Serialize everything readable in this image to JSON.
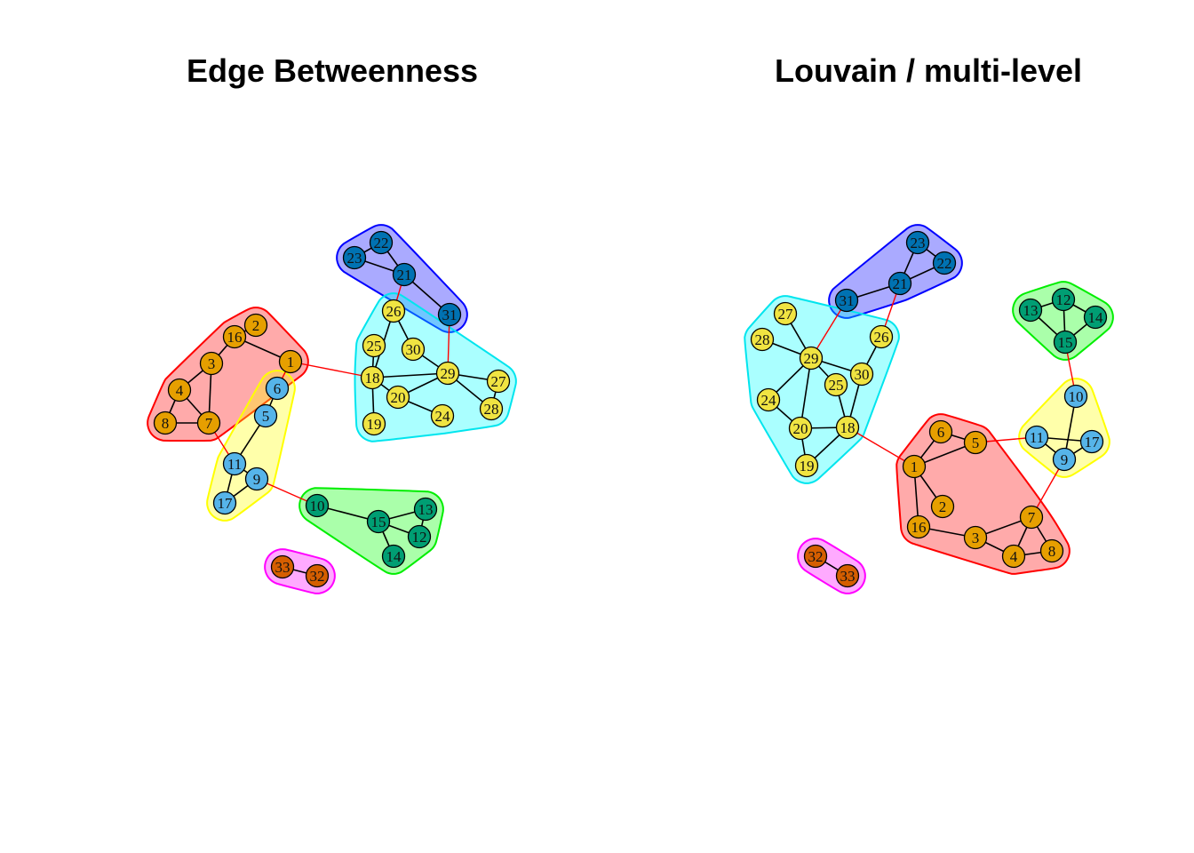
{
  "panels": [
    {
      "id": "edge-betweenness",
      "title": "Edge Betweenness",
      "communities": [
        {
          "name": "red",
          "fill": "#ff000055",
          "stroke": "#ff0000",
          "members": [
            "16",
            "2",
            "3",
            "1",
            "4",
            "8",
            "7"
          ]
        },
        {
          "name": "blue",
          "fill": "#0000ff55",
          "stroke": "#0000ff",
          "members": [
            "22",
            "23",
            "21",
            "31"
          ]
        },
        {
          "name": "cyan",
          "fill": "#00ffff55",
          "stroke": "#00e5ee",
          "members": [
            "26",
            "25",
            "30",
            "18",
            "29",
            "27",
            "20",
            "19",
            "24",
            "28"
          ]
        },
        {
          "name": "yellow",
          "fill": "#ffff0055",
          "stroke": "#ffff00",
          "members": [
            "6",
            "5",
            "11",
            "9",
            "17"
          ]
        },
        {
          "name": "green",
          "fill": "#00ff0055",
          "stroke": "#00ee00",
          "members": [
            "10",
            "15",
            "13",
            "12",
            "14"
          ]
        },
        {
          "name": "magenta",
          "fill": "#ff00ff55",
          "stroke": "#ff00ff",
          "members": [
            "33",
            "32"
          ]
        }
      ],
      "nodes": [
        {
          "id": "1",
          "label": "1",
          "color": "#E69F00"
        },
        {
          "id": "2",
          "label": "2",
          "color": "#E69F00"
        },
        {
          "id": "3",
          "label": "3",
          "color": "#E69F00"
        },
        {
          "id": "4",
          "label": "4",
          "color": "#E69F00"
        },
        {
          "id": "7",
          "label": "7",
          "color": "#E69F00"
        },
        {
          "id": "8",
          "label": "8",
          "color": "#E69F00"
        },
        {
          "id": "16",
          "label": "16",
          "color": "#E69F00"
        },
        {
          "id": "5",
          "label": "5",
          "color": "#56B4E9"
        },
        {
          "id": "6",
          "label": "6",
          "color": "#56B4E9"
        },
        {
          "id": "9",
          "label": "9",
          "color": "#56B4E9"
        },
        {
          "id": "11",
          "label": "11",
          "color": "#56B4E9"
        },
        {
          "id": "17",
          "label": "17",
          "color": "#56B4E9"
        },
        {
          "id": "10",
          "label": "10",
          "color": "#009E73"
        },
        {
          "id": "12",
          "label": "12",
          "color": "#009E73"
        },
        {
          "id": "13",
          "label": "13",
          "color": "#009E73"
        },
        {
          "id": "14",
          "label": "14",
          "color": "#009E73"
        },
        {
          "id": "15",
          "label": "15",
          "color": "#009E73"
        },
        {
          "id": "18",
          "label": "18",
          "color": "#F0E442"
        },
        {
          "id": "19",
          "label": "19",
          "color": "#F0E442"
        },
        {
          "id": "20",
          "label": "20",
          "color": "#F0E442"
        },
        {
          "id": "24",
          "label": "24",
          "color": "#F0E442"
        },
        {
          "id": "25",
          "label": "25",
          "color": "#F0E442"
        },
        {
          "id": "26",
          "label": "26",
          "color": "#F0E442"
        },
        {
          "id": "27",
          "label": "27",
          "color": "#F0E442"
        },
        {
          "id": "28",
          "label": "28",
          "color": "#F0E442"
        },
        {
          "id": "29",
          "label": "29",
          "color": "#F0E442"
        },
        {
          "id": "30",
          "label": "30",
          "color": "#F0E442"
        },
        {
          "id": "21",
          "label": "21",
          "color": "#0072B2"
        },
        {
          "id": "22",
          "label": "22",
          "color": "#0072B2"
        },
        {
          "id": "23",
          "label": "23",
          "color": "#0072B2"
        },
        {
          "id": "31",
          "label": "31",
          "color": "#0072B2"
        },
        {
          "id": "32",
          "label": "32",
          "color": "#D55E00"
        },
        {
          "id": "33",
          "label": "33",
          "color": "#D55E00"
        }
      ],
      "edges": [
        [
          "2",
          "16",
          0
        ],
        [
          "16",
          "3",
          0
        ],
        [
          "16",
          "1",
          0
        ],
        [
          "3",
          "4",
          0
        ],
        [
          "3",
          "7",
          0
        ],
        [
          "4",
          "8",
          0
        ],
        [
          "4",
          "7",
          0
        ],
        [
          "8",
          "7",
          0
        ],
        [
          "6",
          "5",
          0
        ],
        [
          "5",
          "11",
          0
        ],
        [
          "11",
          "9",
          0
        ],
        [
          "11",
          "17",
          0
        ],
        [
          "9",
          "17",
          0
        ],
        [
          "22",
          "23",
          0
        ],
        [
          "22",
          "21",
          0
        ],
        [
          "23",
          "21",
          0
        ],
        [
          "21",
          "31",
          0
        ],
        [
          "26",
          "30",
          0
        ],
        [
          "26",
          "18",
          0
        ],
        [
          "25",
          "18",
          0
        ],
        [
          "30",
          "29",
          0
        ],
        [
          "18",
          "29",
          0
        ],
        [
          "18",
          "20",
          0
        ],
        [
          "18",
          "19",
          0
        ],
        [
          "20",
          "29",
          0
        ],
        [
          "20",
          "24",
          0
        ],
        [
          "29",
          "27",
          0
        ],
        [
          "29",
          "28",
          0
        ],
        [
          "27",
          "28",
          0
        ],
        [
          "10",
          "15",
          0
        ],
        [
          "15",
          "13",
          0
        ],
        [
          "15",
          "12",
          0
        ],
        [
          "15",
          "14",
          0
        ],
        [
          "13",
          "12",
          0
        ],
        [
          "33",
          "32",
          0
        ],
        [
          "1",
          "18",
          1
        ],
        [
          "1",
          "6",
          1
        ],
        [
          "7",
          "11",
          1
        ],
        [
          "9",
          "10",
          1
        ],
        [
          "21",
          "26",
          1
        ],
        [
          "31",
          "29",
          1
        ]
      ]
    },
    {
      "id": "louvain",
      "title": "Louvain / multi-level",
      "communities": [
        {
          "name": "blue",
          "fill": "#0000ff55",
          "stroke": "#0000ff",
          "members": [
            "23",
            "22",
            "21",
            "31"
          ]
        },
        {
          "name": "cyan",
          "fill": "#00ffff55",
          "stroke": "#00e5ee",
          "members": [
            "27",
            "28",
            "29",
            "26",
            "25",
            "30",
            "24",
            "20",
            "18",
            "19"
          ]
        },
        {
          "name": "green",
          "fill": "#00ff0055",
          "stroke": "#00ee00",
          "members": [
            "13",
            "12",
            "14",
            "15"
          ]
        },
        {
          "name": "yellow",
          "fill": "#ffff0055",
          "stroke": "#ffff00",
          "members": [
            "10",
            "11",
            "17",
            "9"
          ]
        },
        {
          "name": "red",
          "fill": "#ff000055",
          "stroke": "#ff0000",
          "members": [
            "6",
            "5",
            "1",
            "2",
            "16",
            "3",
            "7",
            "4",
            "8"
          ]
        },
        {
          "name": "magenta",
          "fill": "#ff00ff55",
          "stroke": "#ff00ff",
          "members": [
            "32",
            "33"
          ]
        }
      ],
      "nodes": [
        {
          "id": "1",
          "label": "1",
          "color": "#E69F00"
        },
        {
          "id": "2",
          "label": "2",
          "color": "#E69F00"
        },
        {
          "id": "3",
          "label": "3",
          "color": "#E69F00"
        },
        {
          "id": "4",
          "label": "4",
          "color": "#E69F00"
        },
        {
          "id": "5",
          "label": "5",
          "color": "#E69F00"
        },
        {
          "id": "6",
          "label": "6",
          "color": "#E69F00"
        },
        {
          "id": "7",
          "label": "7",
          "color": "#E69F00"
        },
        {
          "id": "8",
          "label": "8",
          "color": "#E69F00"
        },
        {
          "id": "16",
          "label": "16",
          "color": "#E69F00"
        },
        {
          "id": "9",
          "label": "9",
          "color": "#56B4E9"
        },
        {
          "id": "10",
          "label": "10",
          "color": "#56B4E9"
        },
        {
          "id": "11",
          "label": "11",
          "color": "#56B4E9"
        },
        {
          "id": "17",
          "label": "17",
          "color": "#56B4E9"
        },
        {
          "id": "12",
          "label": "12",
          "color": "#009E73"
        },
        {
          "id": "13",
          "label": "13",
          "color": "#009E73"
        },
        {
          "id": "14",
          "label": "14",
          "color": "#009E73"
        },
        {
          "id": "15",
          "label": "15",
          "color": "#009E73"
        },
        {
          "id": "18",
          "label": "18",
          "color": "#F0E442"
        },
        {
          "id": "19",
          "label": "19",
          "color": "#F0E442"
        },
        {
          "id": "20",
          "label": "20",
          "color": "#F0E442"
        },
        {
          "id": "24",
          "label": "24",
          "color": "#F0E442"
        },
        {
          "id": "25",
          "label": "25",
          "color": "#F0E442"
        },
        {
          "id": "26",
          "label": "26",
          "color": "#F0E442"
        },
        {
          "id": "27",
          "label": "27",
          "color": "#F0E442"
        },
        {
          "id": "28",
          "label": "28",
          "color": "#F0E442"
        },
        {
          "id": "29",
          "label": "29",
          "color": "#F0E442"
        },
        {
          "id": "30",
          "label": "30",
          "color": "#F0E442"
        },
        {
          "id": "21",
          "label": "21",
          "color": "#0072B2"
        },
        {
          "id": "22",
          "label": "22",
          "color": "#0072B2"
        },
        {
          "id": "23",
          "label": "23",
          "color": "#0072B2"
        },
        {
          "id": "31",
          "label": "31",
          "color": "#0072B2"
        },
        {
          "id": "32",
          "label": "32",
          "color": "#D55E00"
        },
        {
          "id": "33",
          "label": "33",
          "color": "#D55E00"
        }
      ],
      "edges": [
        [
          "23",
          "22",
          0
        ],
        [
          "23",
          "21",
          0
        ],
        [
          "22",
          "21",
          0
        ],
        [
          "21",
          "31",
          0
        ],
        [
          "27",
          "29",
          0
        ],
        [
          "28",
          "29",
          0
        ],
        [
          "29",
          "24",
          0
        ],
        [
          "29",
          "20",
          0
        ],
        [
          "29",
          "25",
          0
        ],
        [
          "29",
          "30",
          0
        ],
        [
          "30",
          "26",
          0
        ],
        [
          "30",
          "18",
          0
        ],
        [
          "25",
          "18",
          0
        ],
        [
          "24",
          "20",
          0
        ],
        [
          "20",
          "18",
          0
        ],
        [
          "20",
          "19",
          0
        ],
        [
          "18",
          "19",
          0
        ],
        [
          "13",
          "12",
          0
        ],
        [
          "13",
          "15",
          0
        ],
        [
          "12",
          "14",
          0
        ],
        [
          "12",
          "15",
          0
        ],
        [
          "14",
          "15",
          0
        ],
        [
          "10",
          "9",
          0
        ],
        [
          "11",
          "9",
          0
        ],
        [
          "11",
          "17",
          0
        ],
        [
          "9",
          "17",
          0
        ],
        [
          "6",
          "5",
          0
        ],
        [
          "6",
          "1",
          0
        ],
        [
          "1",
          "5",
          0
        ],
        [
          "1",
          "2",
          0
        ],
        [
          "1",
          "16",
          0
        ],
        [
          "16",
          "3",
          0
        ],
        [
          "3",
          "4",
          0
        ],
        [
          "3",
          "7",
          0
        ],
        [
          "4",
          "7",
          0
        ],
        [
          "7",
          "8",
          0
        ],
        [
          "4",
          "8",
          0
        ],
        [
          "32",
          "33",
          0
        ],
        [
          "31",
          "29",
          1
        ],
        [
          "21",
          "26",
          1
        ],
        [
          "15",
          "10",
          1
        ],
        [
          "5",
          "11",
          1
        ],
        [
          "7",
          "9",
          1
        ],
        [
          "1",
          "18",
          1
        ]
      ]
    }
  ]
}
